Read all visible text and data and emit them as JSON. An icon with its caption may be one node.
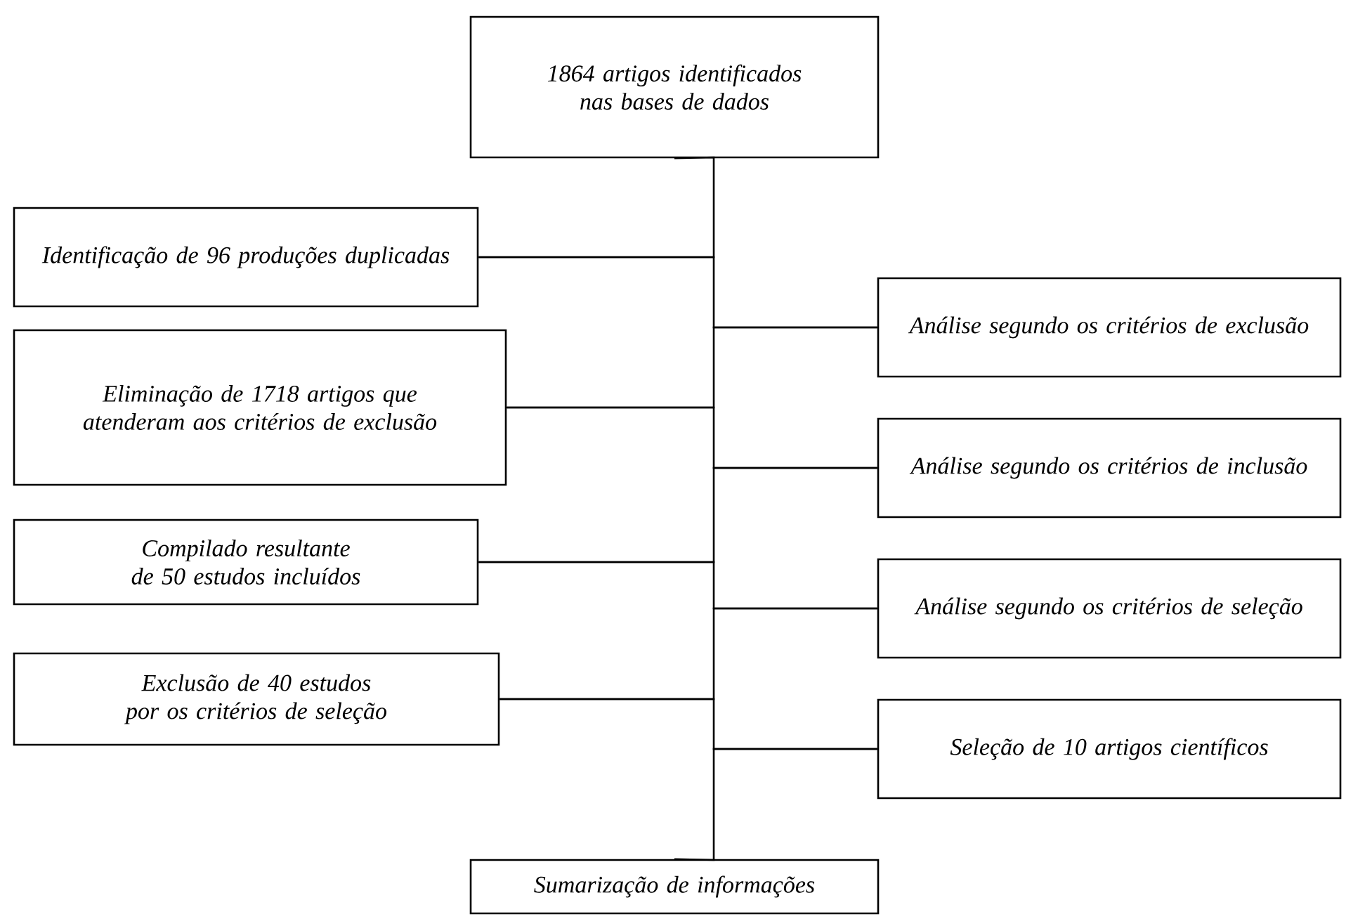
{
  "diagram": {
    "nodes": [
      {
        "text": [
          "1864 artigos identificados nas bases de dados"
        ]
      },
      {
        "text": [
          "Identificação de 96 produções duplicadas"
        ]
      },
      {
        "text": [
          "Análise segundo os critérios de exclusão"
        ]
      },
      {
        "text": [
          "Eliminação de 1718 artigos que atenderam aos critérios de exclusão"
        ]
      },
      {
        "text": [
          "Análise segundo os critérios de inclusão"
        ]
      },
      {
        "text": [
          "Compilado resultante de 50 estudos incluídos"
        ]
      },
      {
        "text": [
          "Análise segundo os critérios de seleção"
        ]
      },
      {
        "text": [
          "Exclusão de 40 estudos por os critérios de seleção"
        ]
      },
      {
        "text": [
          "Seleção de 10 artigos científicos"
        ]
      },
      {
        "text": [
          "Sumarização de informações"
        ]
      }
    ],
    "edges": [
      {
        "from": 0,
        "to": 1,
        "arrow": "none"
      },
      {
        "from": 1,
        "to": 2,
        "arrow": "none"
      },
      {
        "from": 2,
        "to": 3,
        "arrow": "none"
      },
      {
        "from": 3,
        "to": 4,
        "arrow": "none"
      },
      {
        "from": 4,
        "to": 5,
        "arrow": "none"
      },
      {
        "from": 5,
        "to": 6,
        "arrow": "none"
      },
      {
        "from": 6,
        "to": 7,
        "arrow": "none"
      },
      {
        "from": 7,
        "to": 8,
        "arrow": "none"
      },
      {
        "from": 8,
        "to": 9,
        "arrow": "none"
      }
    ]
  }
}
